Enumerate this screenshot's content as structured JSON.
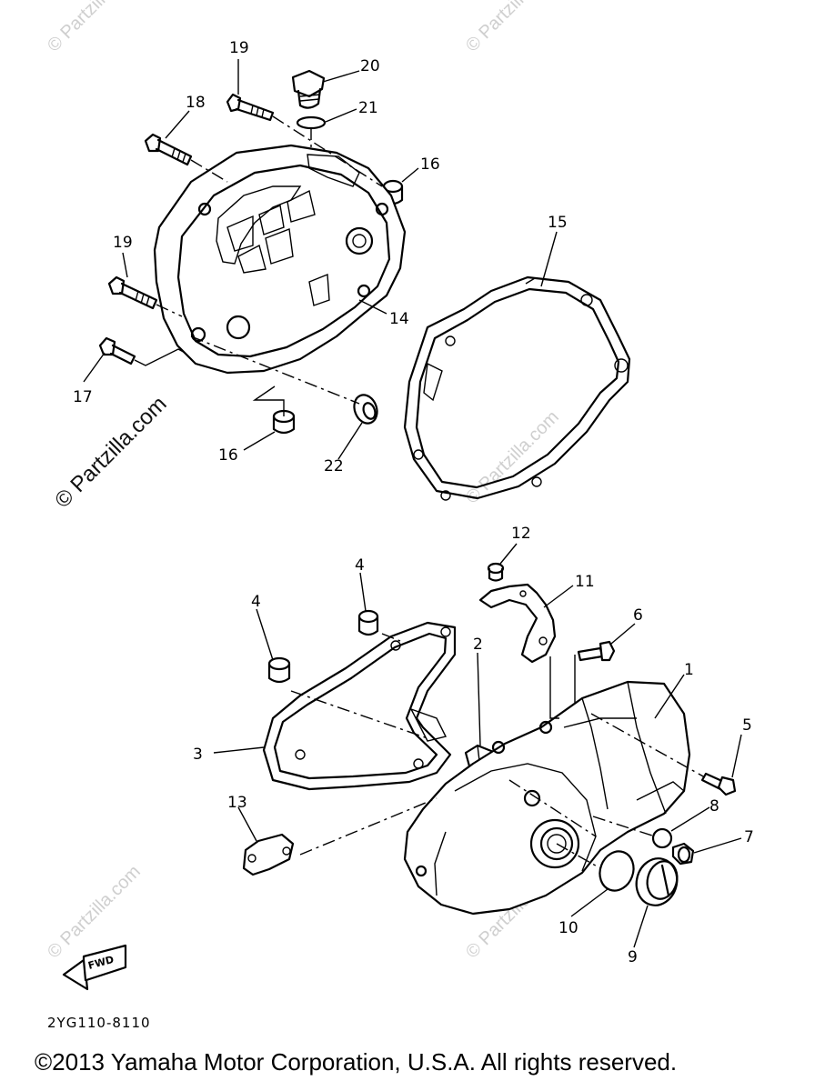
{
  "watermarks": {
    "small": "© Partzilla.com",
    "large": "© Partzilla.com"
  },
  "labels": {
    "p1": "1",
    "p2": "2",
    "p3": "3",
    "p4a": "4",
    "p4b": "4",
    "p5": "5",
    "p6": "6",
    "p7": "7",
    "p8": "8",
    "p9": "9",
    "p10": "10",
    "p11": "11",
    "p12": "12",
    "p13": "13",
    "p14": "14",
    "p15": "15",
    "p16a": "16",
    "p16b": "16",
    "p17": "17",
    "p18": "18",
    "p19a": "19",
    "p19b": "19",
    "p20": "20",
    "p21": "21",
    "p22": "22"
  },
  "fwd_label": "FWD",
  "diagram_code": "2YG110-8110",
  "copyright": "©2013 Yamaha Motor Corporation, U.S.A. All rights reserved."
}
